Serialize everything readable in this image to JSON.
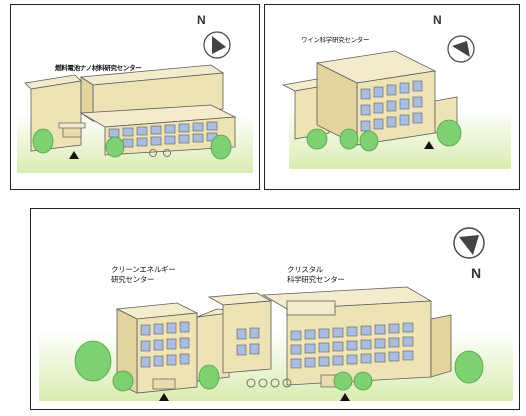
{
  "panels": {
    "fuel_cell": {
      "label": "燃料電池ナノ材料研究センター",
      "north": "N"
    },
    "wine": {
      "label": "ワイン科学研究センター",
      "north": "N"
    },
    "clean_crystal": {
      "clean_label_line1": "クリーンエネルギー",
      "clean_label_line2": "研究センター",
      "crystal_label_line1": "クリスタル",
      "crystal_label_line2": "科学研究センター",
      "north": "N"
    }
  },
  "colors": {
    "wall": "#eee3b5",
    "roof": "#f3eccc",
    "window": "#a9bde0",
    "frame": "#5c5c5c",
    "tree": "#7fcf73",
    "tree_dark": "#4ea347",
    "ground_from": "#d9ecb0",
    "entrance_marker": "#111111"
  }
}
